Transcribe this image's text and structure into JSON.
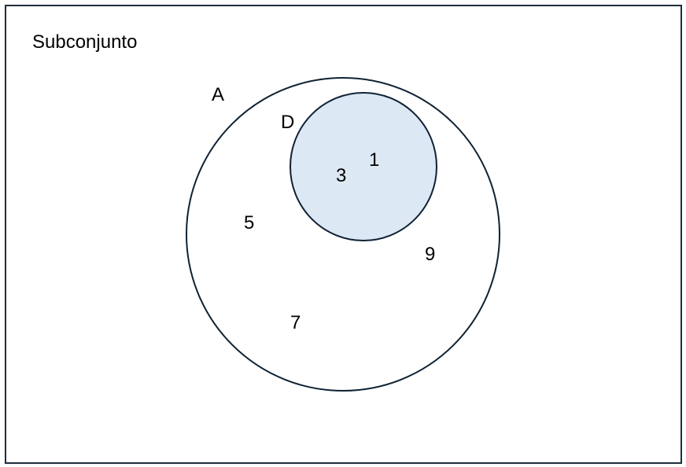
{
  "title": "Subconjunto",
  "sets": [
    {
      "id": "A",
      "label": "A",
      "elements_only_here": [
        "5",
        "7",
        "9"
      ]
    },
    {
      "id": "D",
      "label": "D",
      "subset_of": "A",
      "elements": [
        "3",
        "1"
      ]
    }
  ],
  "colors": {
    "frame": "#1f2d3d",
    "outline": "#0f2233",
    "subset_fill": "#dde8f5",
    "text": "#000000"
  }
}
